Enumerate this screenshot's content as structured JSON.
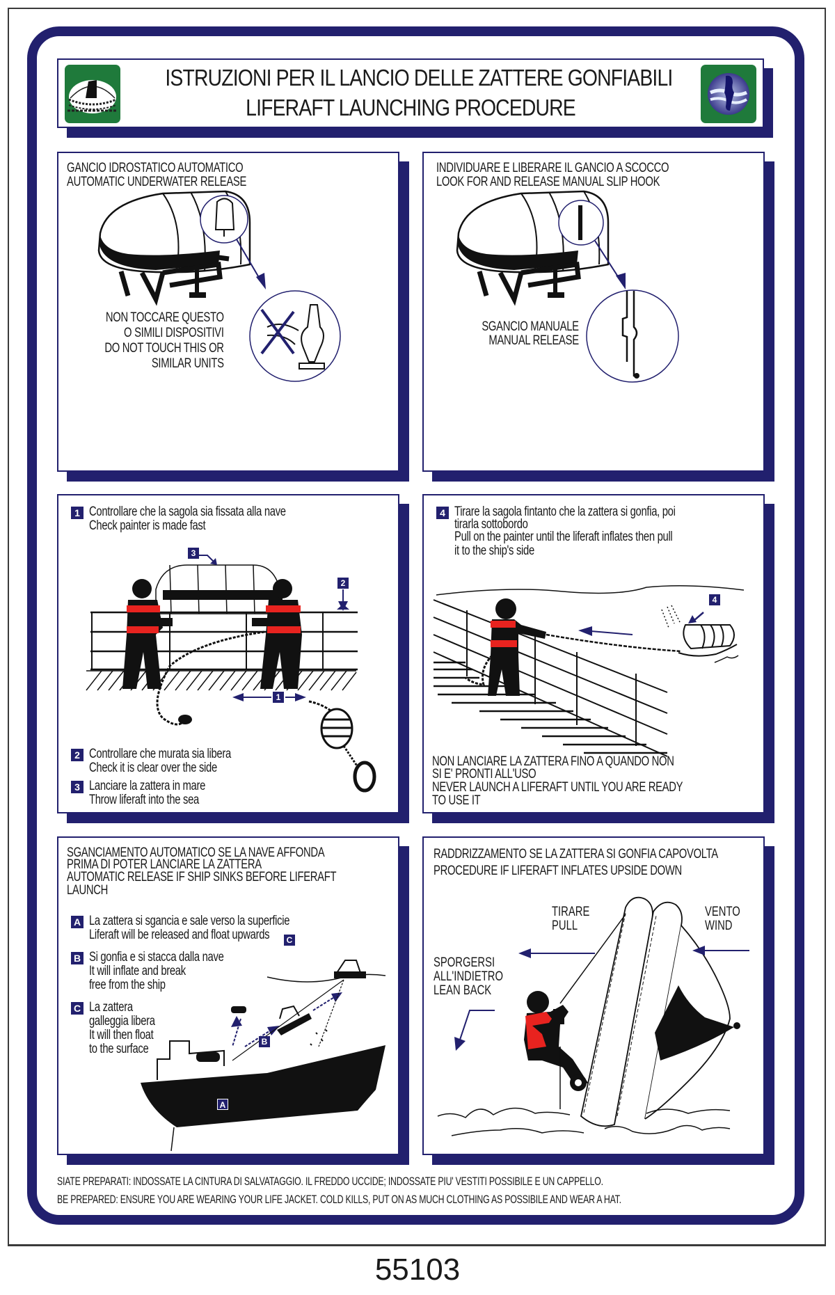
{
  "header": {
    "title_it": "ISTRUZIONI PER IL LANCIO DELLE ZATTERE GONFIABILI",
    "title_en": "LIFERAFT LAUNCHING PROCEDURE",
    "left_icon": "liferaft-icon",
    "right_icon": "hydrostatic-release-icon"
  },
  "panels": [
    {
      "title_it": "GANCIO IDROSTATICO AUTOMATICO",
      "title_en": "AUTOMATIC UNDERWATER RELEASE",
      "note": [
        "NON TOCCARE QUESTO",
        "O SIMILI DISPOSITIVI",
        "DO NOT TOUCH THIS OR",
        "SIMILAR UNITS"
      ]
    },
    {
      "title_it": "INDIVIDUARE E LIBERARE IL GANCIO A SCOCCO",
      "title_en": "LOOK FOR AND RELEASE MANUAL SLIP HOOK",
      "note": [
        "SGANCIO MANUALE",
        "MANUAL RELEASE"
      ]
    },
    {
      "steps": [
        {
          "badge": "1",
          "it": "Controllare che la sagola sia fissata alla nave",
          "en": "Check painter is made fast"
        },
        {
          "badge": "2",
          "it": "Controllare che murata sia libera",
          "en": "Check it is clear over the side"
        },
        {
          "badge": "3",
          "it": "Lanciare la zattera in mare",
          "en": "Throw liferaft into the sea"
        }
      ],
      "diagram_badges": [
        "3",
        "2",
        "1"
      ]
    },
    {
      "steps": [
        {
          "badge": "4",
          "lines": [
            "Tirare la sagola fintanto che la zattera si gonfia, poi",
            "tirarla sottobordo",
            "Pull on the painter until the liferaft inflates then pull",
            "it to the ship's side"
          ]
        }
      ],
      "diagram_badges": [
        "4"
      ],
      "warning": [
        "NON LANCIARE LA ZATTERA FINO A QUANDO NON",
        "SI E' PRONTI ALL'USO",
        "NEVER LAUNCH  A LIFERAFT UNTIL YOU ARE READY",
        "TO USE IT"
      ]
    },
    {
      "title": [
        "SGANCIAMENTO AUTOMATICO SE LA NAVE AFFONDA",
        "PRIMA DI POTER LANCIARE LA ZATTERA",
        "AUTOMATIC RELEASE IF SHIP SINKS BEFORE LIFERAFT",
        "LAUNCH"
      ],
      "steps": [
        {
          "badge": "A",
          "lines": [
            "La zattera si sgancia e sale verso la superficie",
            "Liferaft will be released and float upwards"
          ]
        },
        {
          "badge": "B",
          "lines": [
            "Si gonfia e si stacca dalla nave",
            "It will inflate and break",
            "free from the ship"
          ]
        },
        {
          "badge": "C",
          "lines": [
            "La zattera",
            "galleggia libera",
            "It will then float",
            "to the surface"
          ]
        }
      ],
      "diagram_badges": [
        "A",
        "B",
        "C"
      ]
    },
    {
      "title_it": "RADDRIZZAMENTO SE LA ZATTERA SI GONFIA CAPOVOLTA",
      "title_en": "PROCEDURE  IF  LIFERAFT  INFLATES  UPSIDE  DOWN",
      "labels": {
        "pull": [
          "TIRARE",
          "PULL"
        ],
        "wind": [
          "VENTO",
          "WIND"
        ],
        "lean": [
          "SPORGERSI",
          "ALL'INDIETRO",
          "LEAN  BACK"
        ]
      }
    }
  ],
  "footer": {
    "line_it": "SIATE PREPARATI: INDOSSATE LA CINTURA DI SALVATAGGIO.  IL FREDDO UCCIDE; INDOSSATE PIU' VESTITI POSSIBILE E UN CAPPELLO.",
    "line_en": "BE PREPARED: ENSURE YOU ARE WEARING YOUR LIFE JACKET.  COLD KILLS, PUT ON AS MUCH CLOTHING AS POSSIBILE AND WEAR A HAT."
  },
  "product_code": "55103",
  "colors": {
    "navy": "#22206e",
    "green": "#1f7a3b",
    "lifejacket_red": "#e8231f",
    "ink": "#1a1a1a"
  }
}
